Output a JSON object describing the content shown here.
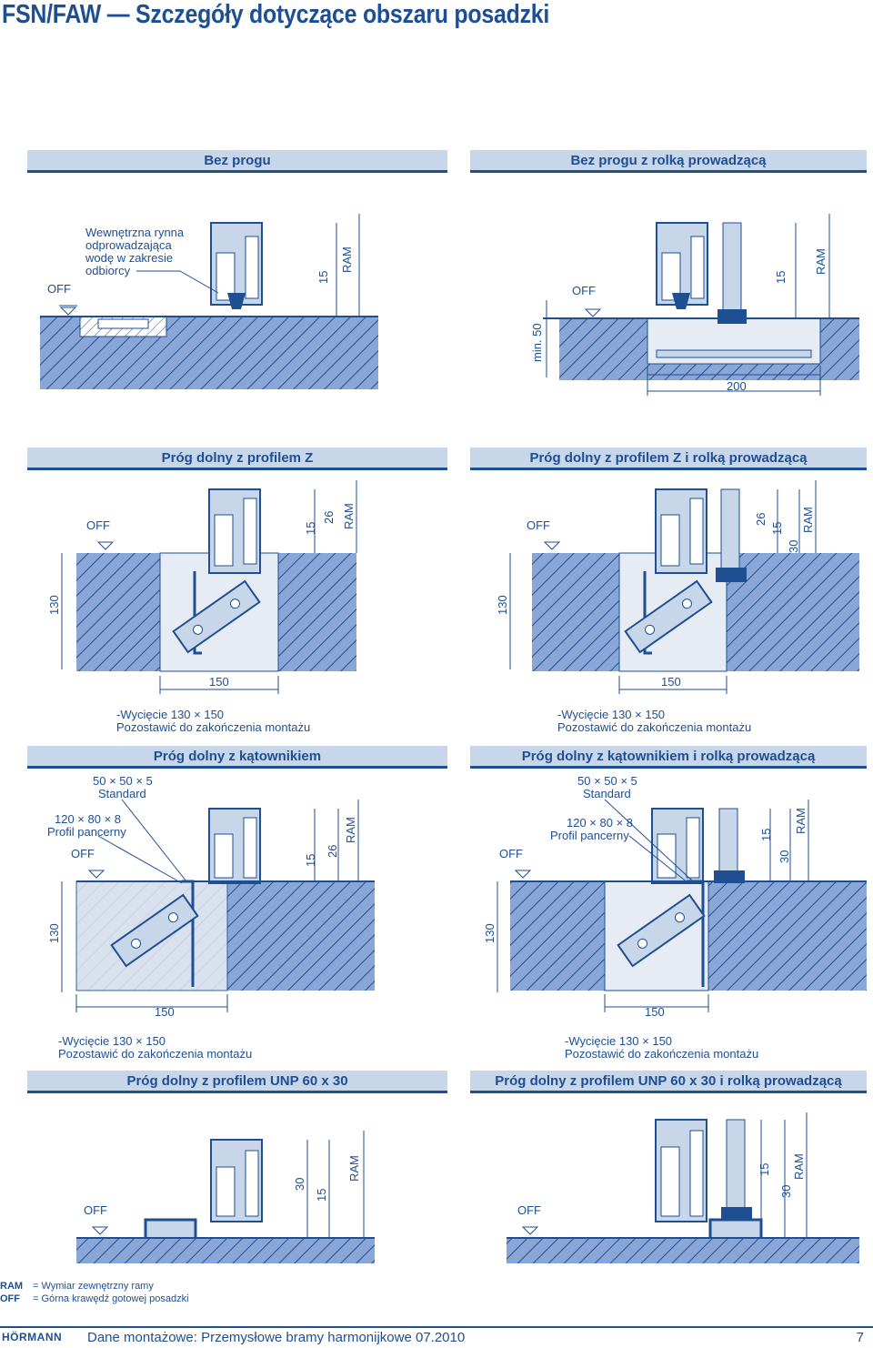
{
  "page": {
    "title": "FSN/FAW — Szczegóły dotyczące obszaru posadzki"
  },
  "sections": [
    {
      "header": "Bez progu"
    },
    {
      "header": "Bez progu z rolką prowadzącą"
    },
    {
      "header": "Próg dolny z profilem Z"
    },
    {
      "header": "Próg dolny z profilem Z i rolką prowadzącą"
    },
    {
      "header": "Próg dolny z kątownikiem"
    },
    {
      "header": "Próg dolny z kątownikiem i rolką prowadzącą"
    },
    {
      "header": "Próg dolny z profilem UNP 60 x 30"
    },
    {
      "header": "Próg dolny z profilem UNP 60 x 30 i rolką prowadzącą"
    }
  ],
  "labels": {
    "off": "OFF",
    "ram": "RAM",
    "d15": "15",
    "d26": "26",
    "d30": "30",
    "d130": "130",
    "d150": "150",
    "d200": "200",
    "min50": "min. 50",
    "gutter_note": [
      "Wewnętrzna rynna",
      "odprowadzająca",
      "wodę w zakresie",
      "odbiorcy"
    ],
    "cutout_line1": "-Wycięcie 130 × 150",
    "cutout_line2": "Pozostawić do zakończenia montażu",
    "angle_std1": "50 × 50 × 5",
    "angle_std2": "Standard",
    "armor1": "120 × 80 × 8",
    "armor2": "Profil pancerny"
  },
  "legend": [
    {
      "abbr": "RAM",
      "text": "= Wymiar zewnętrzny ramy"
    },
    {
      "abbr": "OFF",
      "text": "= Górna krawędź gotowej posadzki"
    }
  ],
  "footer": {
    "brand": "HÖRMANN",
    "text": "Dane montażowe: Przemysłowe bramy harmonijkowe 07.2010",
    "page": "7"
  },
  "colors": {
    "primary": "#1e4f93",
    "light": "#c8d6ea",
    "panel": "#e7ebf3"
  }
}
